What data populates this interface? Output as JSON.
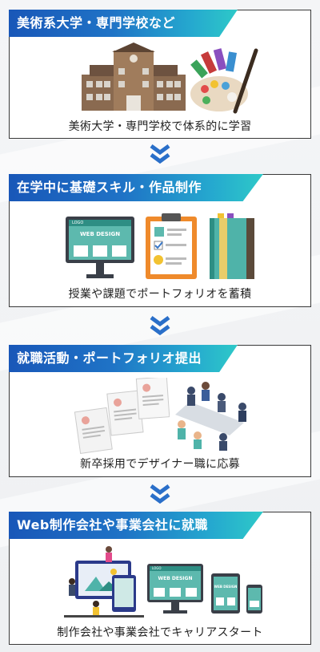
{
  "steps": [
    {
      "title": "美術系大学・専門学校など",
      "caption": "美術大学・専門学校で体系的に学習"
    },
    {
      "title": "在学中に基礎スキル・作品制作",
      "caption": "授業や課題でポートフォリオを蓄積",
      "monitor_header": "LOGO",
      "monitor_text": "WEB DESIGN"
    },
    {
      "title": "就職活動・ポートフォリオ提出",
      "caption": "新卒採用でデザイナー職に応募"
    },
    {
      "title": "Web制作会社や事業会社に就職",
      "caption": "制作会社や事業会社でキャリアスタート",
      "monitor_header": "LOGO",
      "monitor_text": "WEB DESIGN",
      "tablet_text": "WEB DESIGN"
    }
  ],
  "colors": {
    "banner_start": "#1957b8",
    "banner_end": "#2ec9c8",
    "chevron": "#2a6fc9",
    "teal": "#4fb3a9"
  }
}
